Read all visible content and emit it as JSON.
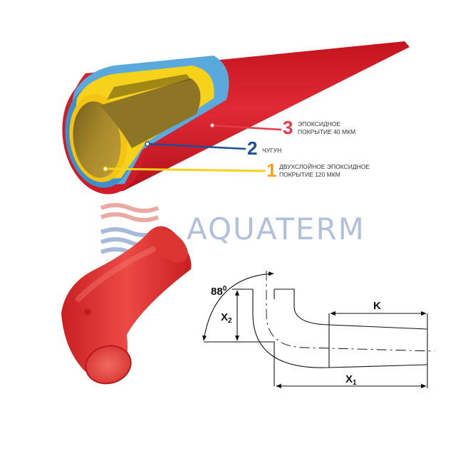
{
  "brand": {
    "name": "AQUATERM",
    "logo_colors": {
      "red": "#e8a199",
      "blue": "#9fb3d6"
    }
  },
  "layers": [
    {
      "number": "3",
      "line1": "ЭПОКСИДНОЕ",
      "line2": "ПОКРЫТИЕ 40 МКМ",
      "color": "#e63a4a"
    },
    {
      "number": "2",
      "line1": "ЧУГУН",
      "line2": "",
      "color": "#1b4f9c"
    },
    {
      "number": "1",
      "line1": "ДВУХСЛОЙНОЕ ЭПОКСИДНОЕ",
      "line2": "ПОКРЫТИЕ 120 МКМ",
      "color": "#f2a21b"
    }
  ],
  "pipe_colors": {
    "red": "#d8202c",
    "blue": "#5aa9dc",
    "yellow": "#f7d21a",
    "bore": "#a8892a"
  },
  "drawing": {
    "angle": "88",
    "angle_unit": "0",
    "k_label": "K",
    "x1_label": "X",
    "x1_sub": "1",
    "x2_label": "X",
    "x2_sub": "2"
  }
}
